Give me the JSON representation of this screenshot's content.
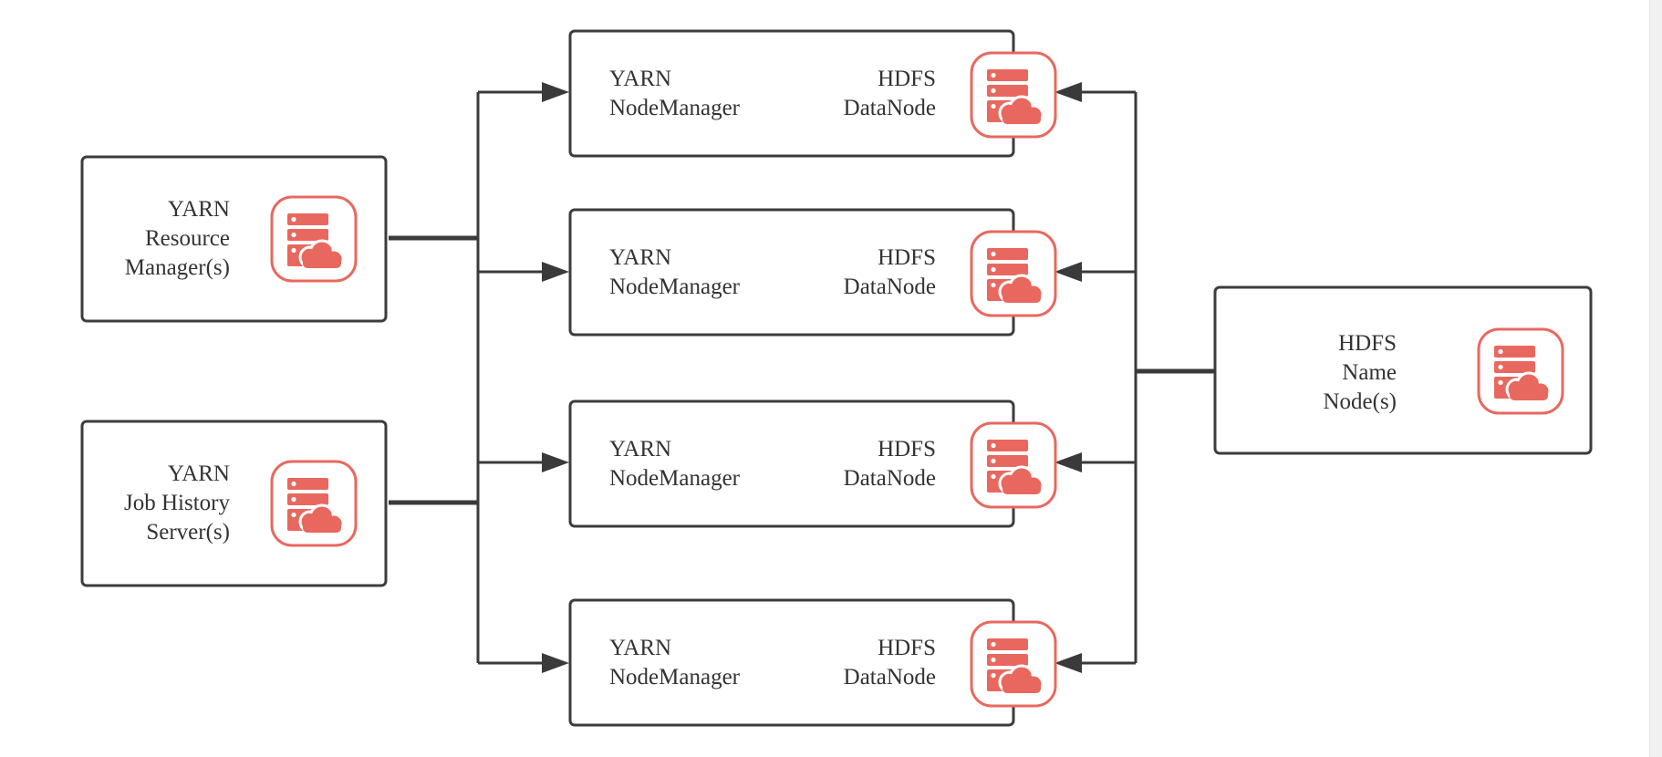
{
  "diagram": {
    "colors": {
      "line": "#3a3a3a",
      "box_border": "#3c3c3c",
      "icon_accent": "#e8685f",
      "text": "#333333"
    },
    "icon_name": "server-cloud-icon",
    "left_nodes": [
      {
        "id": "resource-manager",
        "lines": [
          "YARN",
          "Resource",
          "Manager(s)"
        ]
      },
      {
        "id": "job-history",
        "lines": [
          "YARN",
          "Job History",
          "Server(s)"
        ]
      }
    ],
    "worker_nodes": [
      {
        "left_lines": [
          "YARN",
          "NodeManager"
        ],
        "right_lines": [
          "HDFS",
          "DataNode"
        ]
      },
      {
        "left_lines": [
          "YARN",
          "NodeManager"
        ],
        "right_lines": [
          "HDFS",
          "DataNode"
        ]
      },
      {
        "left_lines": [
          "YARN",
          "NodeManager"
        ],
        "right_lines": [
          "HDFS",
          "DataNode"
        ]
      },
      {
        "left_lines": [
          "YARN",
          "NodeManager"
        ],
        "right_lines": [
          "HDFS",
          "DataNode"
        ]
      }
    ],
    "name_node": {
      "lines": [
        "HDFS",
        "Name",
        "Node(s)"
      ]
    }
  }
}
